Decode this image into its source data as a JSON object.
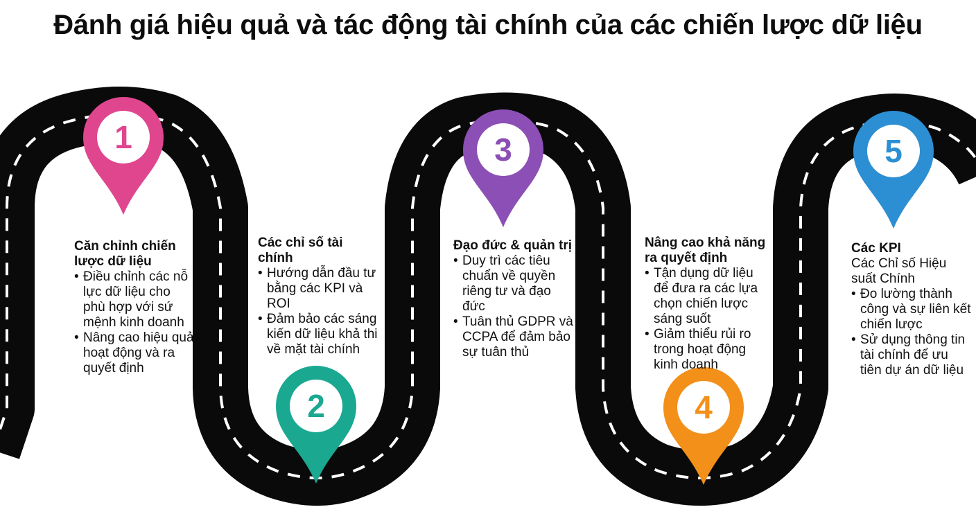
{
  "title": "Đánh giá hiệu quả và tác động tài chính của các chiến lược dữ liệu",
  "steps": [
    {
      "number": "1",
      "color": "#e0468e",
      "heading": "Căn chỉnh chiến lược dữ liệu",
      "subtitle": "",
      "bullets": [
        "Điều chỉnh các nỗ lực dữ liệu cho phù hợp với sứ mệnh kinh doanh",
        "Nâng cao hiệu quả hoạt động và ra quyết định"
      ]
    },
    {
      "number": "2",
      "color": "#1aa891",
      "heading": "Các chỉ số tài chính",
      "subtitle": "",
      "bullets": [
        "Hướng dẫn đầu tư bằng các KPI và ROI",
        "Đảm bảo các sáng kiến dữ liệu khả thi về mặt tài chính"
      ]
    },
    {
      "number": "3",
      "color": "#8c4fb5",
      "heading": "Đạo đức & quản trị",
      "subtitle": "",
      "bullets": [
        "Duy trì các tiêu chuẩn về quyền riêng tư và đạo đức",
        "Tuân thủ GDPR và CCPA để đảm bảo sự tuân thủ"
      ]
    },
    {
      "number": "4",
      "color": "#f39019",
      "heading": "Nâng cao khả năng ra quyết định",
      "subtitle": "",
      "bullets": [
        "Tận dụng dữ liệu để đưa ra các lựa chọn chiến lược sáng suốt",
        "Giảm thiểu rủi ro trong hoạt động kinh doanh"
      ]
    },
    {
      "number": "5",
      "color": "#2d8fd3",
      "heading": "Các KPI",
      "subtitle": "Các Chỉ số Hiệu suất Chính",
      "bullets": [
        "Đo lường thành công và sự liên kết chiến lược",
        "Sử dụng thông tin tài chính để ưu tiên dự án dữ liệu"
      ]
    }
  ],
  "colors": {
    "road": "#0a0a0a",
    "road_edge": "#ffffff",
    "lane": "#ffffff",
    "background": "#ffffff"
  }
}
